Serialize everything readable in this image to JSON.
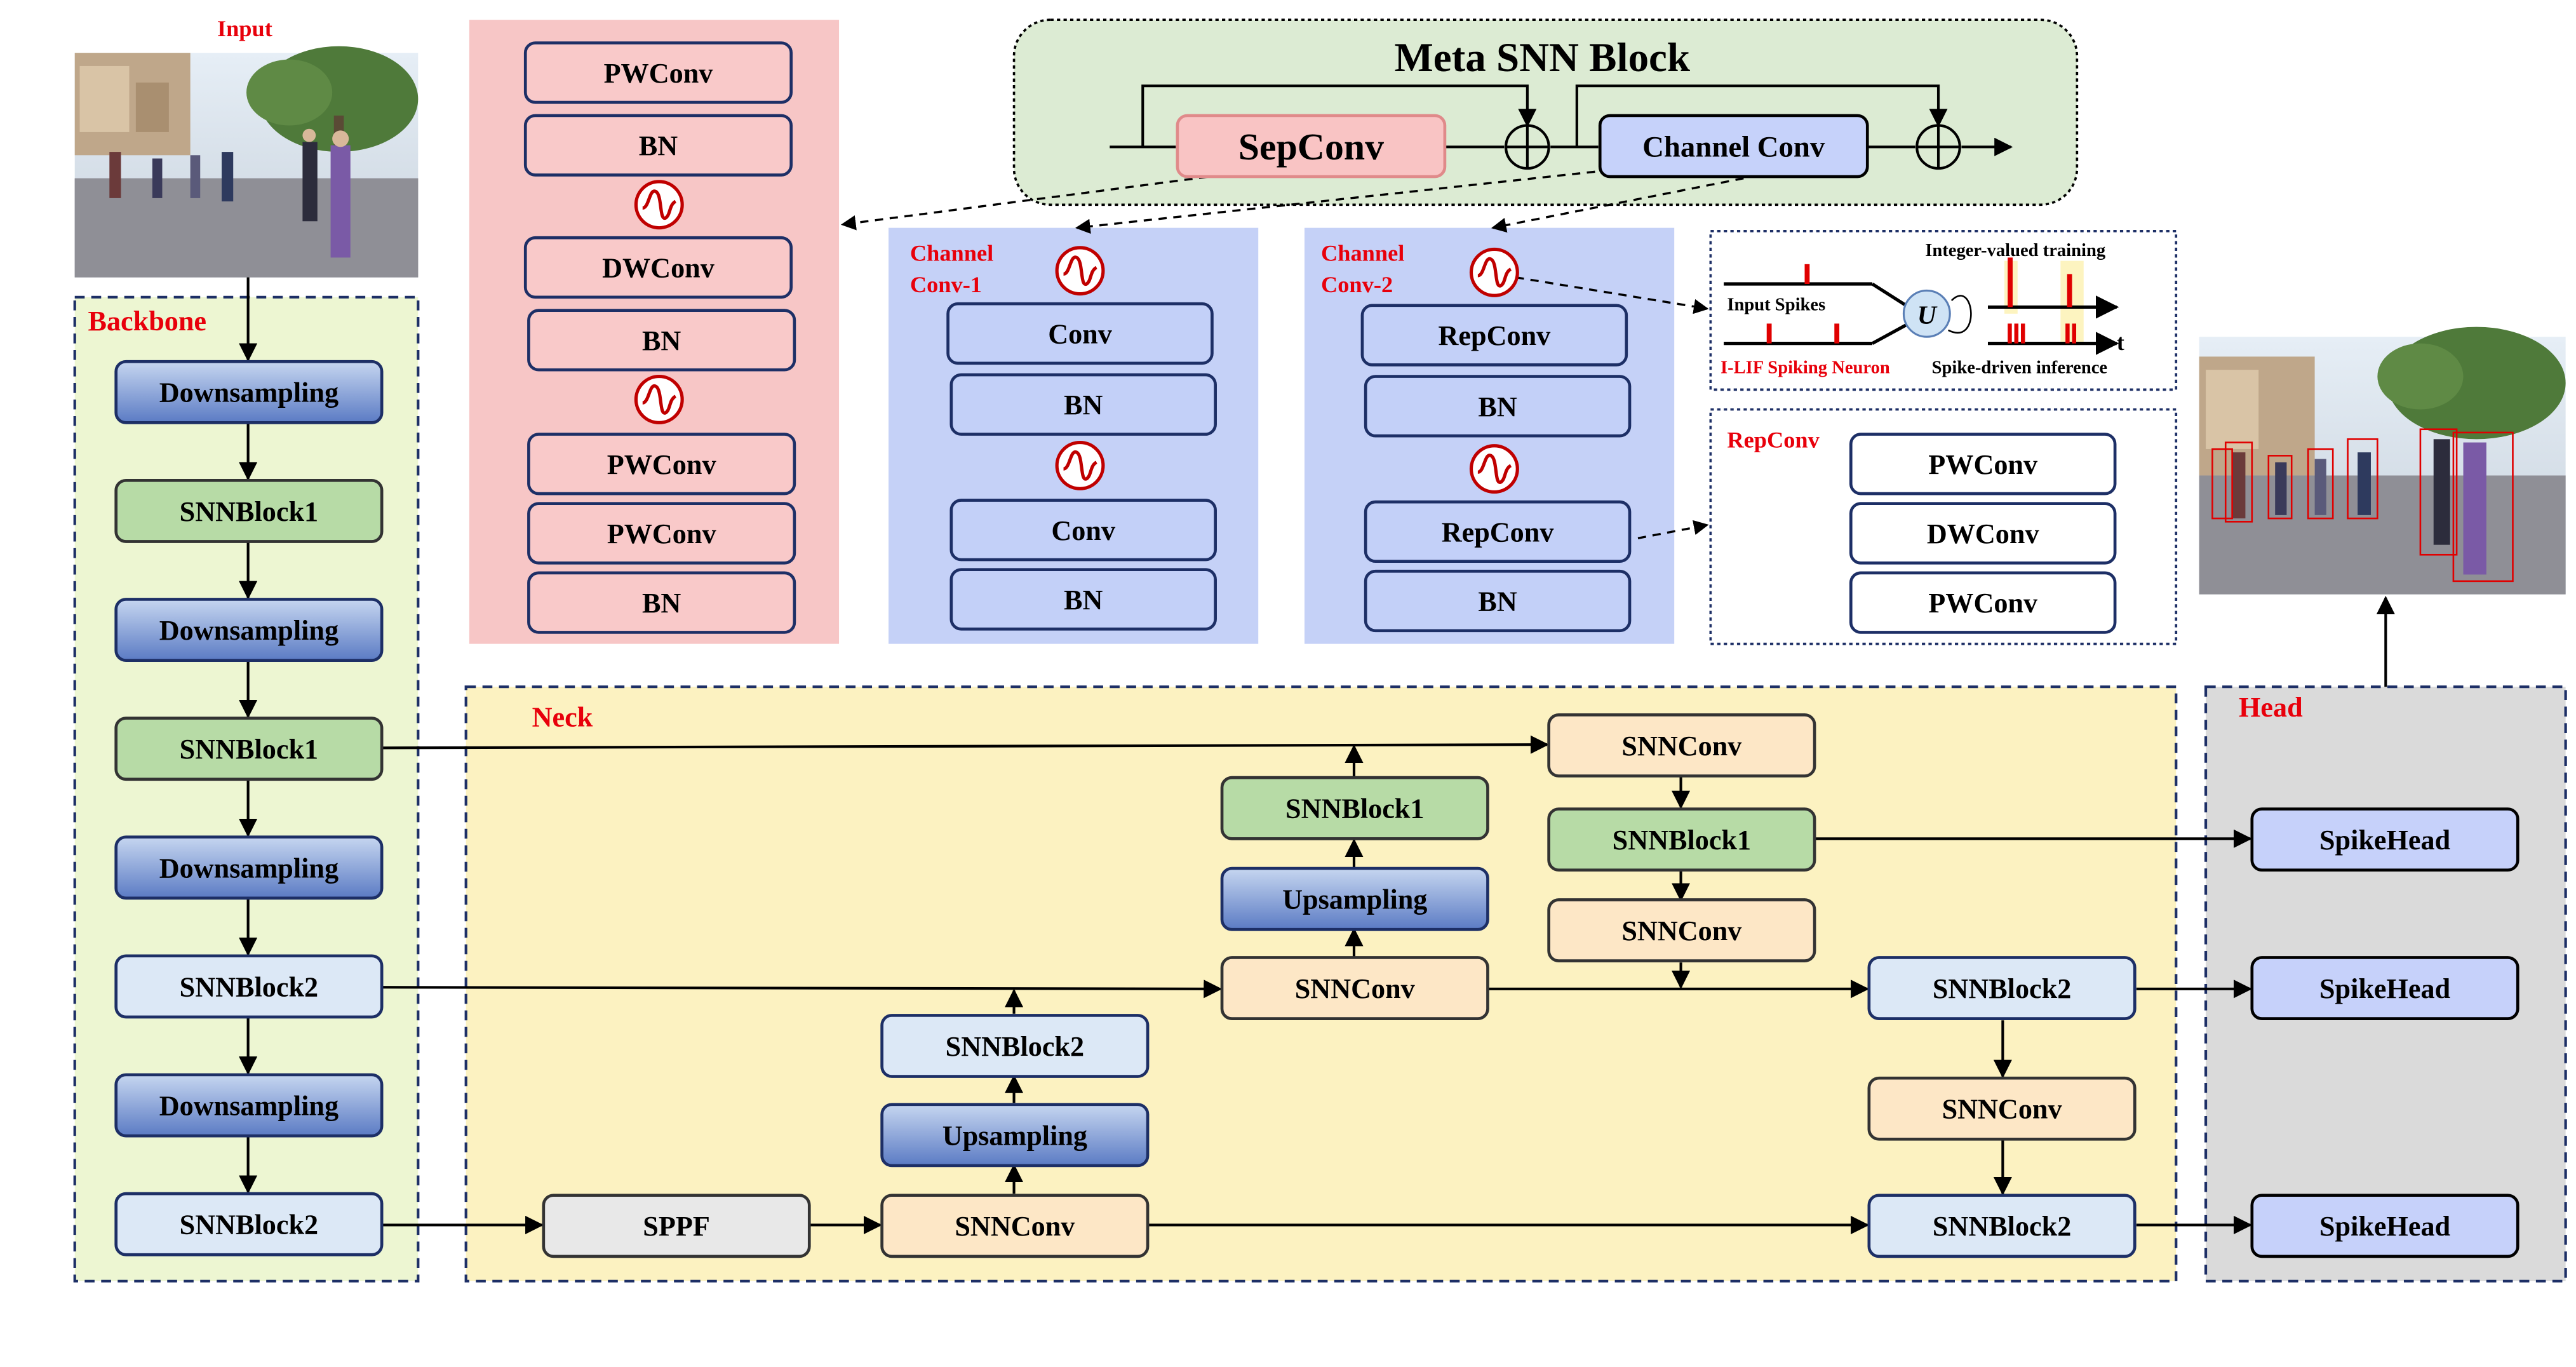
{
  "sections": {
    "input": "Input",
    "backbone": "Backbone",
    "neck": "Neck",
    "head": "Head",
    "meta_block": "Meta SNN Block",
    "channel_conv1": [
      "Channel",
      "Conv-1"
    ],
    "channel_conv2": [
      "Channel",
      "Conv-2"
    ],
    "repconv": "RepConv"
  },
  "meta_block": {
    "sepconv": "SepConv",
    "channel_conv": "Channel Conv"
  },
  "sepconv_stack": [
    "PWConv",
    "BN",
    "DWConv",
    "BN",
    "PWConv",
    "PWConv",
    "BN"
  ],
  "channel_conv1_stack": [
    "Conv",
    "BN",
    "Conv",
    "BN"
  ],
  "channel_conv2_stack": [
    "RepConv",
    "BN",
    "RepConv",
    "BN"
  ],
  "repconv_stack": [
    "PWConv",
    "DWConv",
    "PWConv"
  ],
  "neuron": {
    "input_spikes": "Input Spikes",
    "ilif": "I-LIF Spiking Neuron",
    "integer_training": "Integer-valued training",
    "spike_inference": "Spike-driven inference",
    "u": "U",
    "t": "t"
  },
  "backbone": [
    "Downsampling",
    "SNNBlock1",
    "Downsampling",
    "SNNBlock1",
    "Downsampling",
    "SNNBlock2",
    "Downsampling",
    "SNNBlock2"
  ],
  "neck": {
    "sppf": "SPPF",
    "snnconv_a": "SNNConv",
    "upsampling_a": "Upsampling",
    "snnblock2_a": "SNNBlock2",
    "snnconv_b": "SNNConv",
    "upsampling_b": "Upsampling",
    "snnblock1_b": "SNNBlock1",
    "snnconv_c": "SNNConv",
    "snnblock1_c": "SNNBlock1",
    "snnconv_d": "SNNConv",
    "snnblock2_r1": "SNNBlock2",
    "snnconv_r": "SNNConv",
    "snnblock2_r2": "SNNBlock2"
  },
  "head": [
    "SpikeHead",
    "SpikeHead",
    "SpikeHead"
  ],
  "colors": {
    "red_label": "#e8000b",
    "pink_panel": "#f7c6c6",
    "pink_box": "#f9c9c9",
    "blue_panel": "#c5d1f7",
    "blue_box": "#c3d0f8",
    "green_meta": "#dcebd3",
    "backbone_bg": "#edf6d2",
    "neck_bg": "#fcf2c1",
    "head_bg": "#dadada",
    "downsample_grad": [
      "#c6d6f0",
      "#5b7bc4"
    ],
    "snnblock1": "#b7dba6",
    "snnblock2": "#dce8f6",
    "snnconv": "#fde7c6",
    "sppf": "#e8e8e8",
    "spikehead": "#c6d1fa",
    "navy_border": "#1d2f66"
  }
}
